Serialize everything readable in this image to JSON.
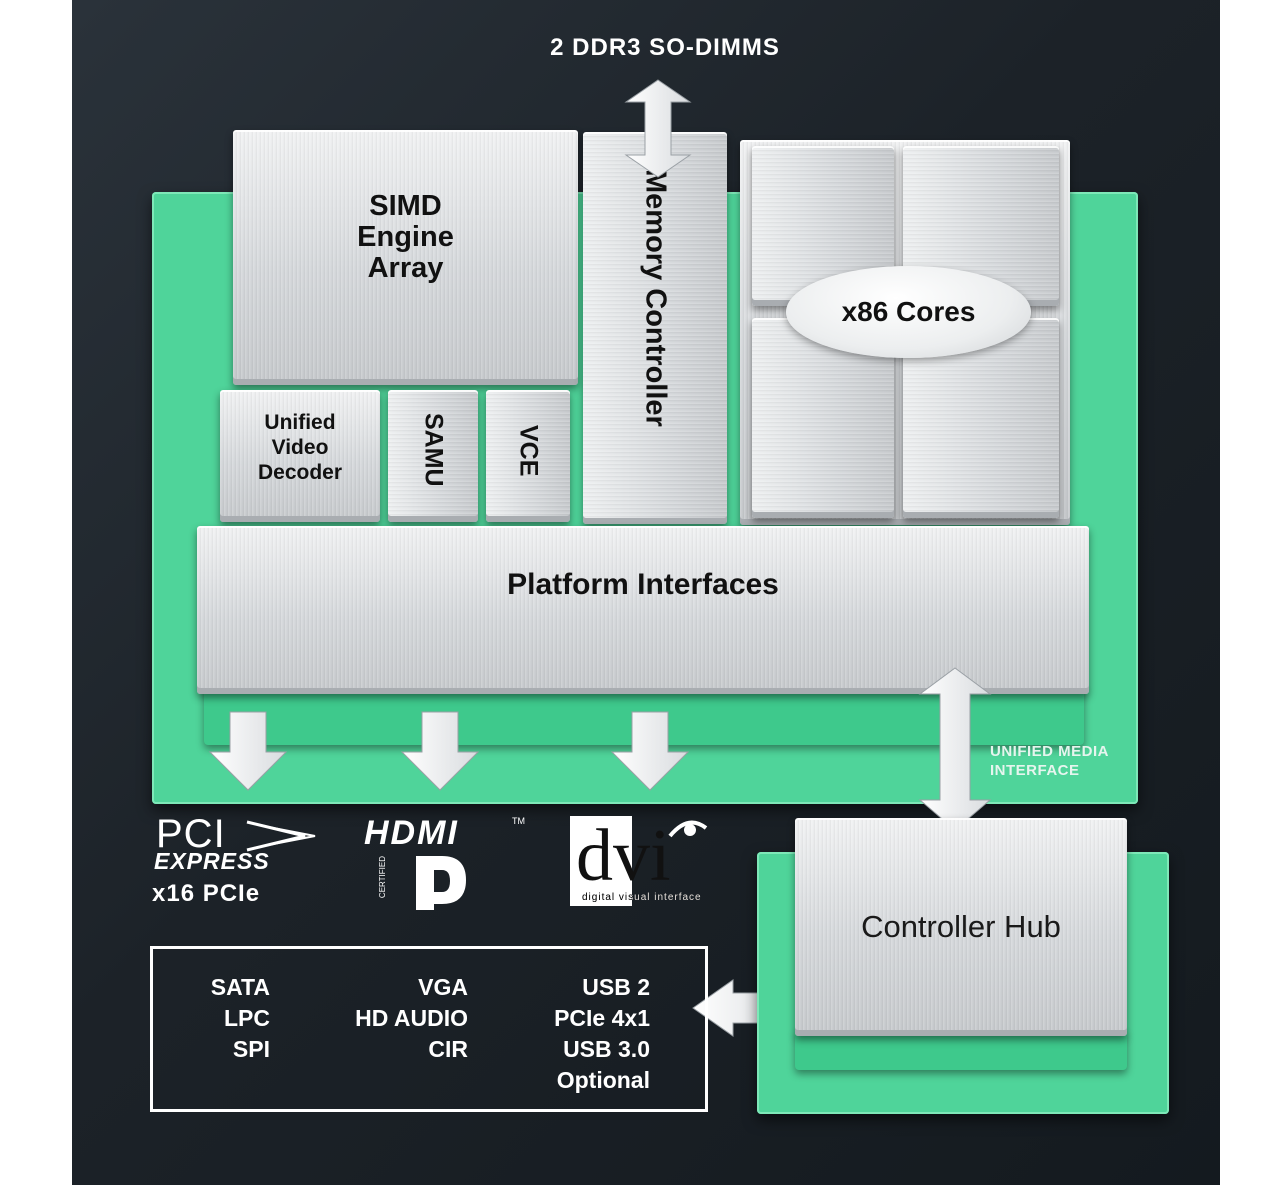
{
  "top_label": "2 DDR3 SO-DIMMS",
  "blocks": {
    "simd": "SIMD Engine Array",
    "memory_controller": "Memory Controller",
    "x86_cores": "x86 Cores",
    "uvd": "Unified Video Decoder",
    "samu": "SAMU",
    "vce": "VCE",
    "platform_interfaces": "Platform Interfaces",
    "controller_hub": "Controller Hub"
  },
  "umi_label": "UNIFIED MEDIA INTERFACE",
  "logos": {
    "pci": {
      "top": "PCI",
      "bottom": "EXPRESS",
      "caption": "x16 PCIe"
    },
    "hdmi": {
      "text": "HDMI",
      "tm": "TM",
      "dp_caption": "CERTIFIED"
    },
    "dvi": {
      "text": "dvi",
      "caption": "digital visual interface"
    }
  },
  "io_box": {
    "col1": [
      "SATA",
      "LPC",
      "SPI"
    ],
    "col2": [
      "VGA",
      "HD AUDIO",
      "CIR"
    ],
    "col3": [
      "USB 2",
      "PCIe 4x1",
      "USB 3.0",
      "Optional"
    ]
  },
  "colors": {
    "pcb_green": "#4fd49a",
    "background": "#1c2228",
    "metal": "#d5d8db"
  }
}
